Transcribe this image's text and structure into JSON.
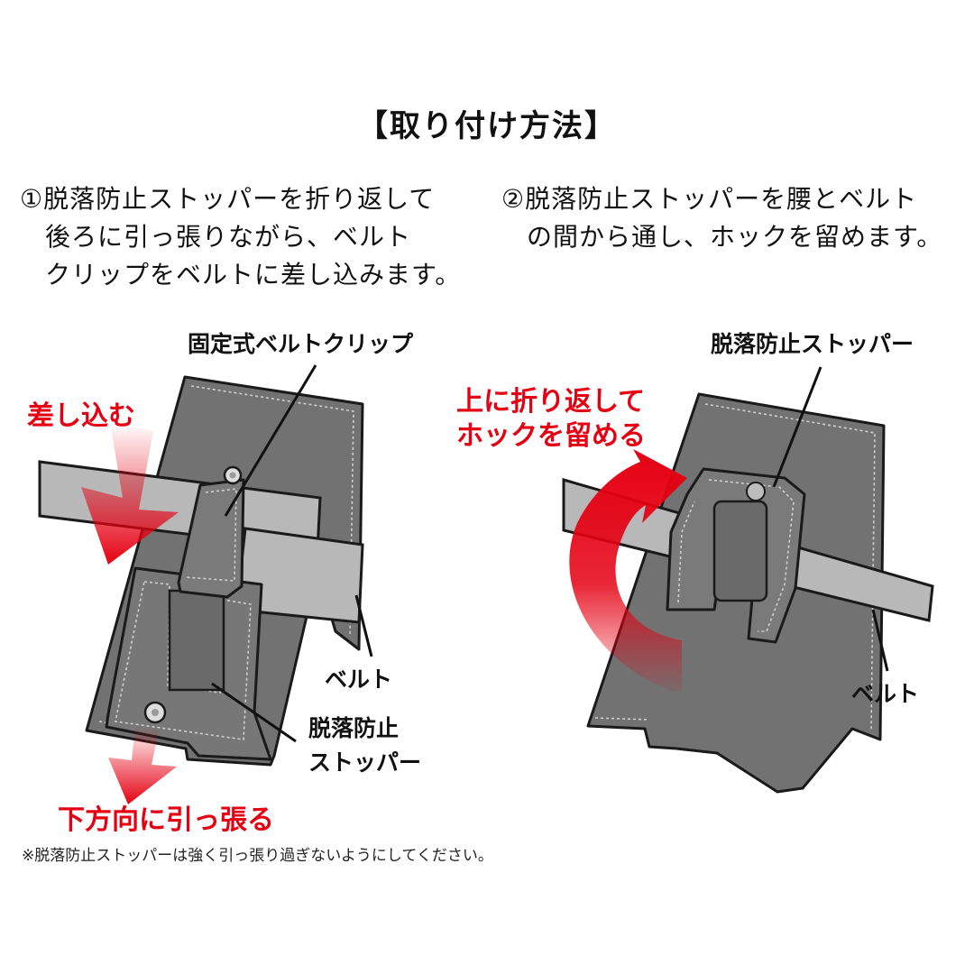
{
  "title": "【取り付け方法】",
  "step1": {
    "lines": [
      "①脱落防止ストッパーを折り返して",
      "後ろに引っ張りながら、ベルト",
      "クリップをベルトに差し込みます。"
    ]
  },
  "step2": {
    "lines": [
      "②脱落防止ストッパーを腰とベルト",
      "の間から通し、ホックを留めます。"
    ]
  },
  "figure1": {
    "clip_label": "固定式ベルトクリップ",
    "insert_label": "差し込む",
    "belt_label": "ベルト",
    "stopper_label_line1": "脱落防止",
    "stopper_label_line2": "ストッパー",
    "pull_label": "下方向に引っ張る"
  },
  "figure2": {
    "stopper_label": "脱落防止ストッパー",
    "fold_label_line1": "上に折り返して",
    "fold_label_line2": "ホックを留める",
    "belt_label": "ベルト"
  },
  "note": "※脱落防止ストッパーは強く引っ張り過ぎないようにしてください。",
  "colors": {
    "arrow_red": "#e50012",
    "case_gray": "#727272",
    "belt_gray": "#b8b8b8"
  }
}
